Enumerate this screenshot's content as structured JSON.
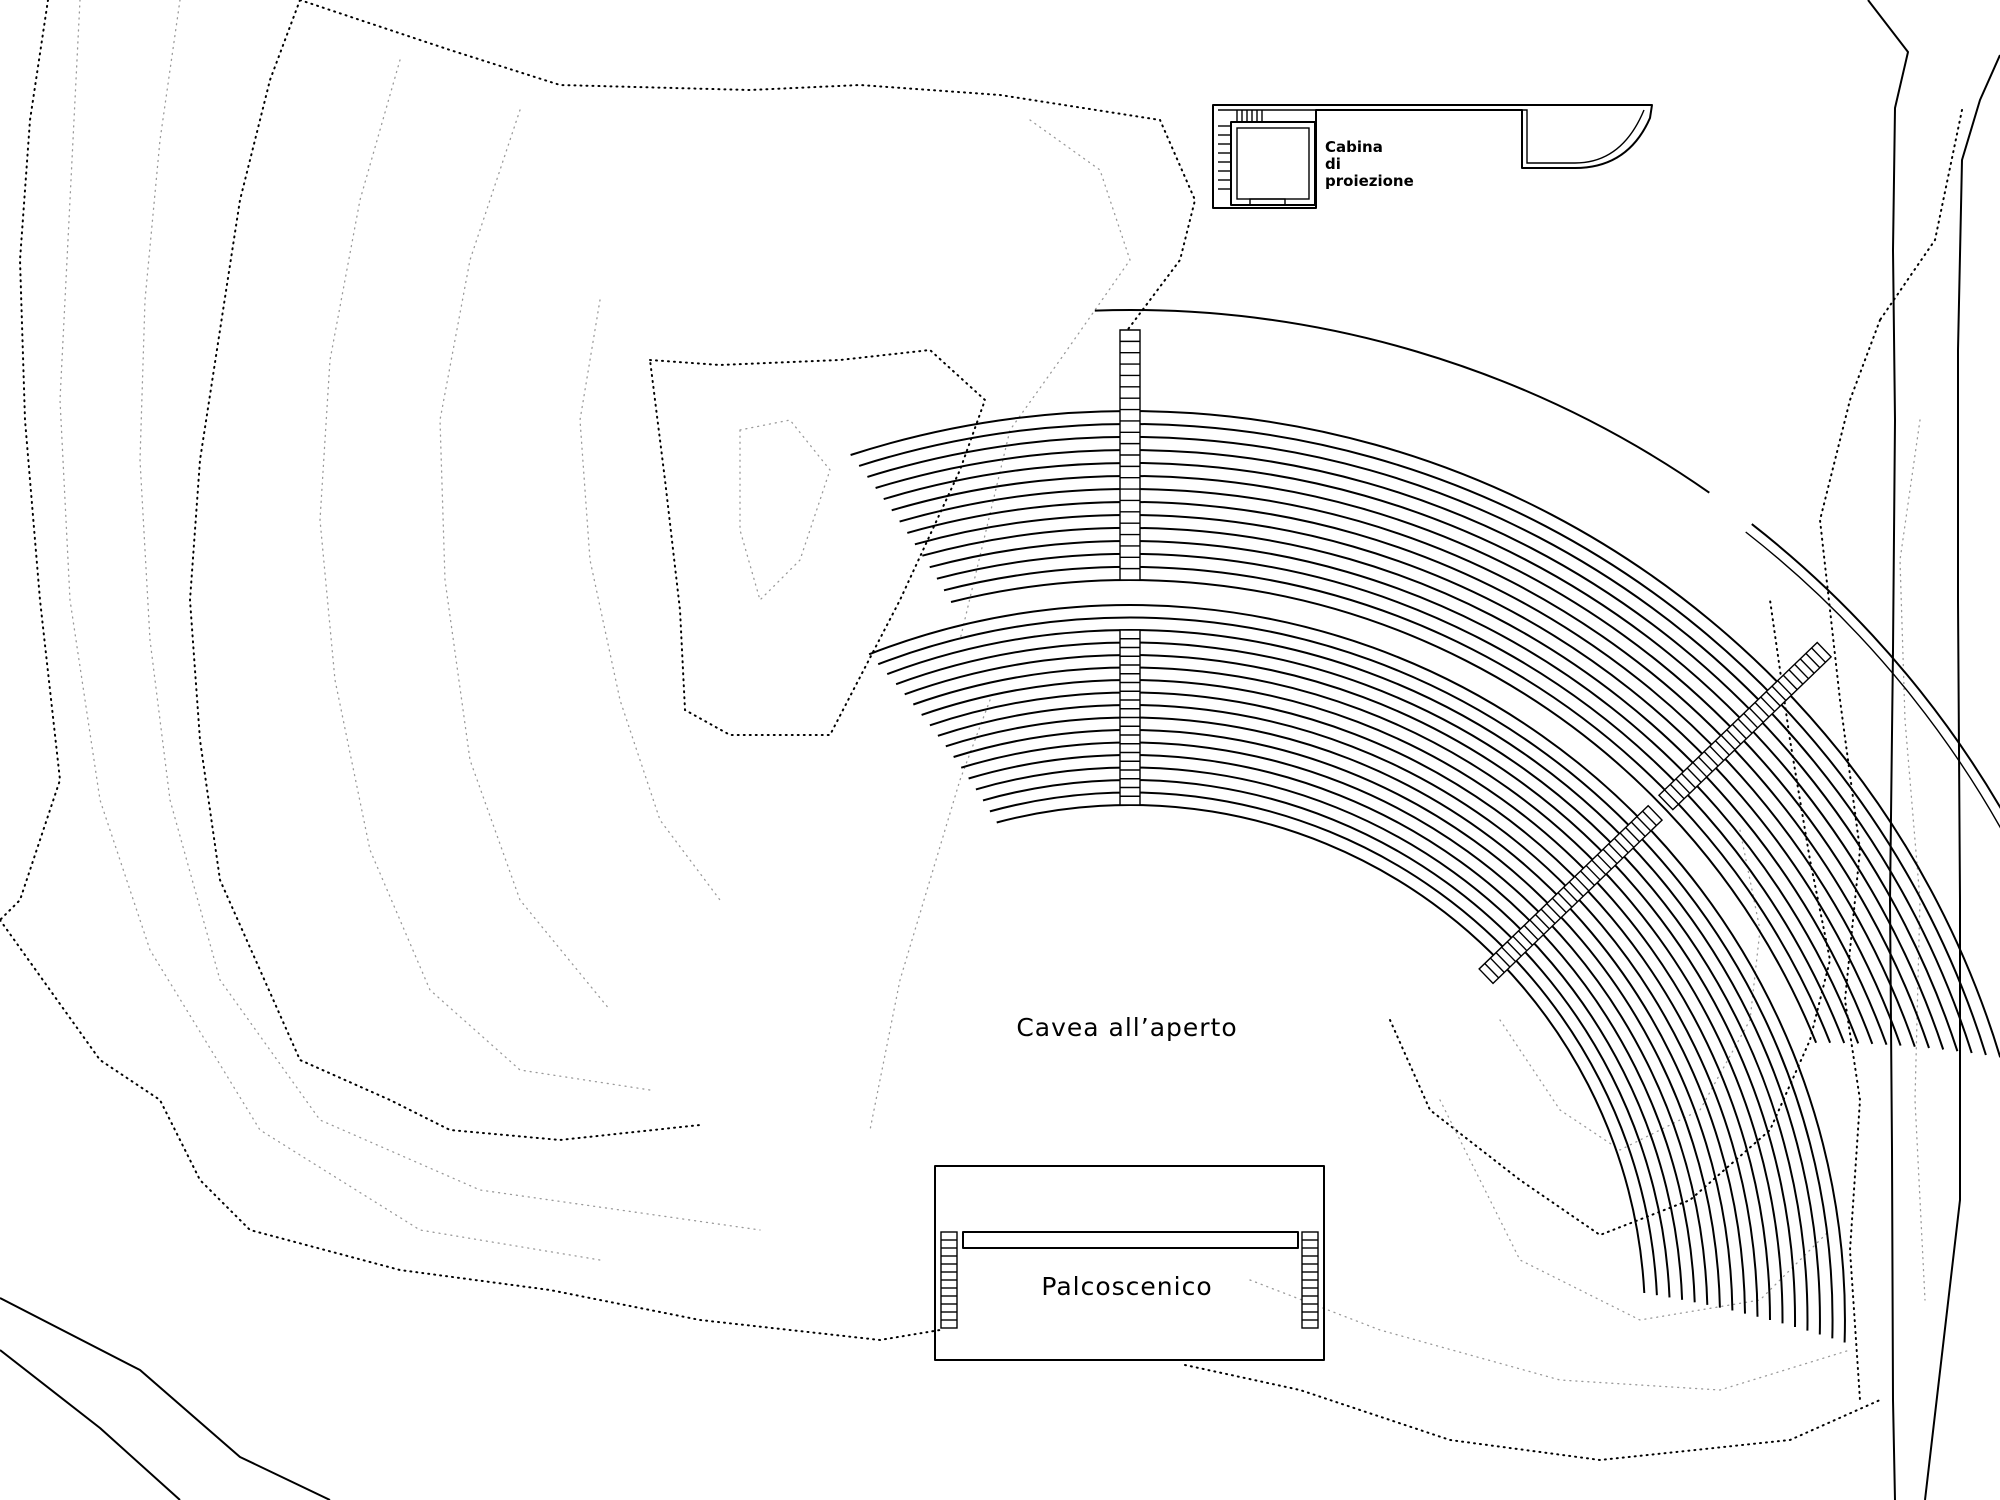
{
  "labels": {
    "cavea": "Cavea all’aperto",
    "palco": "Palcoscenico",
    "cabina": [
      "Cabina",
      "di",
      "proiezione"
    ]
  },
  "colors": {
    "line": "#000000",
    "contour_minor": "#9a9a9a",
    "background": "#ffffff"
  }
}
